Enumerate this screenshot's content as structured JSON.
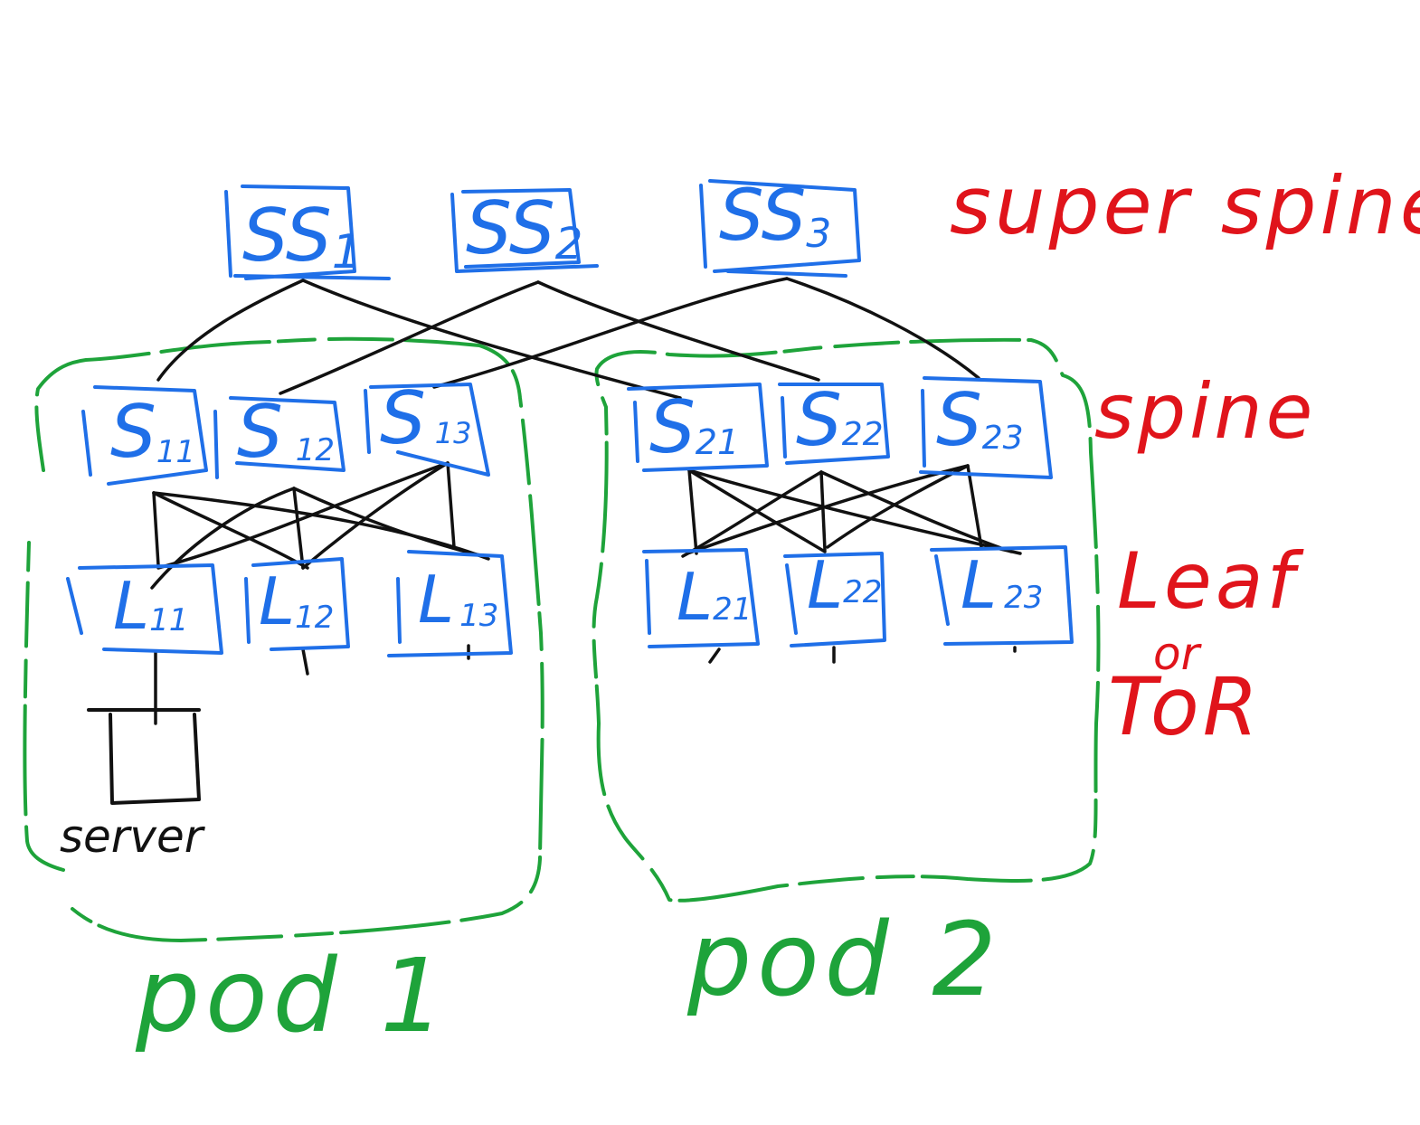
{
  "colors": {
    "node": "#1f6fe8",
    "link": "#111111",
    "pod": "#1ea33a",
    "tier_label": "#e0141b"
  },
  "tiers": {
    "super_spine": "super spine",
    "spine": "spine",
    "leaf_line1": "Leaf",
    "leaf_or": "or",
    "leaf_line2": "ToR"
  },
  "super_spines": [
    {
      "main": "SS",
      "sub": "1"
    },
    {
      "main": "SS",
      "sub": "2"
    },
    {
      "main": "SS",
      "sub": "3"
    }
  ],
  "pods": [
    {
      "label": "pod 1",
      "spines": [
        {
          "main": "S",
          "sub": "11"
        },
        {
          "main": "S",
          "sub": "12"
        },
        {
          "main": "S",
          "sub": "13"
        }
      ],
      "leaves": [
        {
          "main": "L",
          "sub": "11"
        },
        {
          "main": "L",
          "sub": "12"
        },
        {
          "main": "L",
          "sub": "13"
        }
      ],
      "server_label": "server"
    },
    {
      "label": "pod 2",
      "spines": [
        {
          "main": "S",
          "sub": "21"
        },
        {
          "main": "S",
          "sub": "22"
        },
        {
          "main": "S",
          "sub": "23"
        }
      ],
      "leaves": [
        {
          "main": "L",
          "sub": "21"
        },
        {
          "main": "L",
          "sub": "22"
        },
        {
          "main": "L",
          "sub": "23"
        }
      ]
    }
  ]
}
